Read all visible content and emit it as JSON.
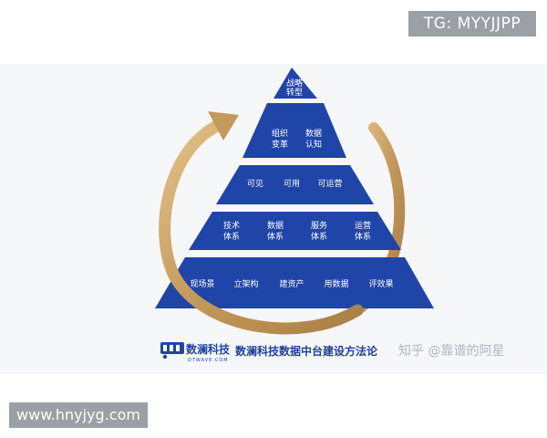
{
  "watermarks": {
    "top_right": "TG: MYYJJPP",
    "bottom_left": "www.hnyjyg.com",
    "zhihu": "知乎 @靠谱的阿星"
  },
  "logo": {
    "brand_cn": "数澜科技",
    "brand_en": "DTWAVE.COM"
  },
  "footer": {
    "title": "数澜科技数据中台建设方法论"
  },
  "pyramid": {
    "tier1": {
      "line1": "战略",
      "line2": "转型"
    },
    "tier2": [
      {
        "line1": "组织",
        "line2": "变革"
      },
      {
        "line1": "数据",
        "line2": "认知"
      }
    ],
    "tier3": [
      "可见",
      "可用",
      "可运营"
    ],
    "tier4": [
      {
        "line1": "技术",
        "line2": "体系"
      },
      {
        "line1": "数据",
        "line2": "体系"
      },
      {
        "line1": "服务",
        "line2": "体系"
      },
      {
        "line1": "运营",
        "line2": "体系"
      }
    ],
    "tier5": [
      "现场景",
      "立架构",
      "建资产",
      "用数据",
      "评效果"
    ]
  },
  "colors": {
    "pyramid_blue": "#1f45a8",
    "arrow_gold": "#c9a266",
    "title_blue": "#1f3f99"
  }
}
